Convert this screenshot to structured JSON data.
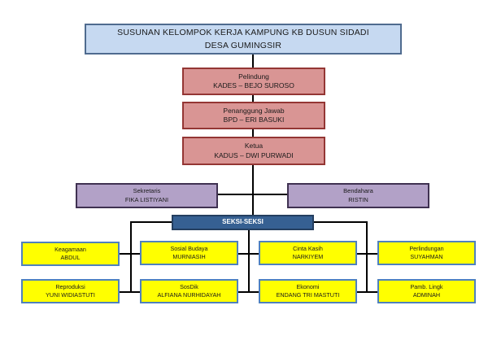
{
  "title": {
    "line1": "SUSUNAN KELOMPOK KERJA KAMPUNG KB DUSUN SIDADI",
    "line2": "DESA GUMINGSIR"
  },
  "leadership": [
    {
      "role": "Pelindung",
      "name": "KADES – BEJO SUROSO"
    },
    {
      "role": "Penanggung Jawab",
      "name": "BPD – ERI BASUKI"
    },
    {
      "role": "Ketua",
      "name": "KADUS – DWI PURWADI"
    }
  ],
  "staff": {
    "secretary": {
      "role": "Sekretaris",
      "name": "FIKA LISTIYANI"
    },
    "treasurer": {
      "role": "Bendahara",
      "name": "RISTIN"
    }
  },
  "sections_header": "SEKSI-SEKSI",
  "sections": [
    {
      "role": "Keagamaan",
      "name": "ABDUL"
    },
    {
      "role": "Sosial Budaya",
      "name": "MURNIASIH"
    },
    {
      "role": "Cinta Kasih",
      "name": "NARKIYEM"
    },
    {
      "role": "Perlindungan",
      "name": "SUYAHMAN"
    },
    {
      "role": "Reproduksi",
      "name": "YUNI WIDIASTUTI"
    },
    {
      "role": "SosDik",
      "name": "ALFIANA NURHIDAYAH"
    },
    {
      "role": "Ekonomi",
      "name": "ENDANG TRI MASTUTI"
    },
    {
      "role": "Pamb. Lingk",
      "name": "ADMINAH"
    }
  ],
  "colors": {
    "title_fill": "#c6d9f1",
    "leadership_fill": "#d99594",
    "staff_fill": "#b2a1c7",
    "sections_header_fill": "#366092",
    "section_fill": "#ffff00"
  }
}
